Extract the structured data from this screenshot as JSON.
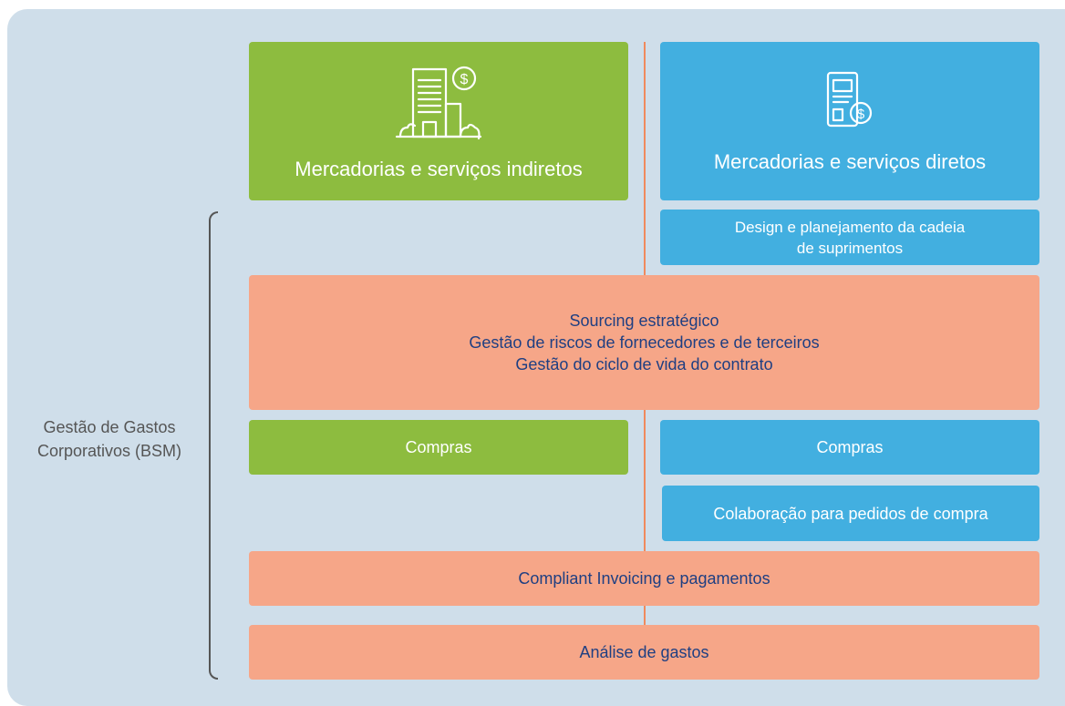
{
  "header": {
    "indirect": {
      "label": "Mercadorias e serviços indiretos",
      "icon": "office-building-dollar-icon",
      "color": "#8dbc3f"
    },
    "direct": {
      "label": "Mercadorias e serviços diretos",
      "icon": "document-dollar-icon",
      "color": "#42afe0"
    }
  },
  "side_label": {
    "line1": "Gestão de Gastos",
    "line2": "Corporativos (BSM)"
  },
  "boxes": {
    "design": {
      "line1": "Design e planejamento da cadeia",
      "line2": "de suprimentos"
    },
    "sourcing": {
      "line1": "Sourcing estratégico",
      "line2": "Gestão de riscos de fornecedores e de terceiros",
      "line3": "Gestão do ciclo de vida do contrato"
    },
    "compras_indirect": "Compras",
    "compras_direct": "Compras",
    "collaboration": "Colaboração para pedidos de compra",
    "invoicing": "Compliant Invoicing e pagamentos",
    "analysis": "Análise de gastos"
  },
  "colors": {
    "green": "#8dbc3f",
    "blue": "#42afe0",
    "orange": "#f6a688",
    "text_dark_blue": "#1f3f82",
    "panel": "#cfdeea",
    "divider": "#f08a5d"
  }
}
